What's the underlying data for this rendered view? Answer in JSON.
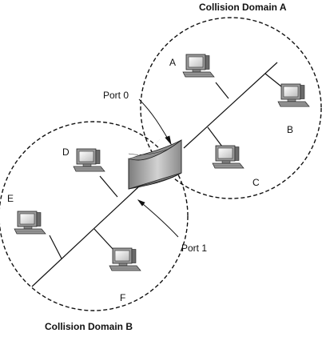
{
  "domains": {
    "a": {
      "title": "Collision Domain A"
    },
    "b": {
      "title": "Collision Domain B"
    }
  },
  "ports": {
    "p0": "Port 0",
    "p1": "Port 1"
  },
  "hosts": {
    "a": "A",
    "b": "B",
    "c": "C",
    "d": "D",
    "e": "E",
    "f": "F"
  },
  "device": {
    "icon": "bridge-icon"
  },
  "colors": {
    "line": "#111111",
    "device_fill": "#9a9a9a",
    "device_top": "#cfcfcf"
  }
}
